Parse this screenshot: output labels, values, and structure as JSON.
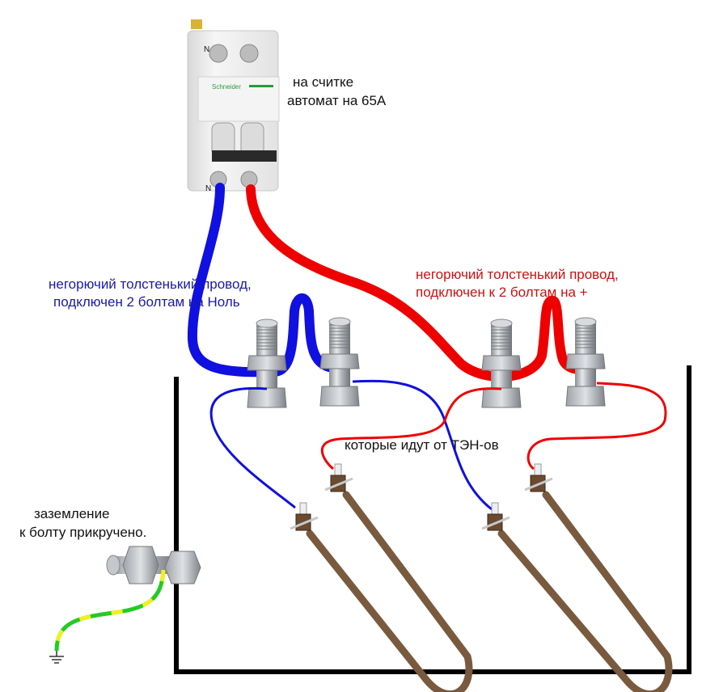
{
  "colors": {
    "neutral_wire": "#1010e0",
    "phase_wire": "#ee0000",
    "ground_green": "#22cc22",
    "ground_yellow": "#f0f020",
    "tank_outline": "#000000",
    "heater_metal": "#7a5a3e",
    "bolt_metal": "#b8bcc2",
    "breaker_body": "#eeeeee",
    "brand_green": "#2a9a3a"
  },
  "breaker": {
    "brand": "Schneider",
    "terminal_label_top": "N",
    "terminal_label_bottom": "N",
    "caption_line1": "на считке",
    "caption_line2": "автомат на 65А"
  },
  "neutral_note": {
    "line1": "негорючий толстенький провод,",
    "line2": "подключен 2 болтам на Ноль"
  },
  "phase_note": {
    "line1": "негорючий толстенький провод,",
    "line2": "подключен к 2 болтам на +"
  },
  "heater_note": "которые идут от ТЭН-ов",
  "ground_note": {
    "line1": "заземление",
    "line2": "к болту прикручено."
  },
  "components": {
    "terminal_bolts": [
      "neutral-bolt-1",
      "neutral-bolt-2",
      "phase-bolt-1",
      "phase-bolt-2"
    ],
    "heating_elements": [
      "heater-1",
      "heater-2"
    ],
    "ground_bolt": "ground-bolt",
    "ground_symbol": "earth-ground-icon"
  }
}
